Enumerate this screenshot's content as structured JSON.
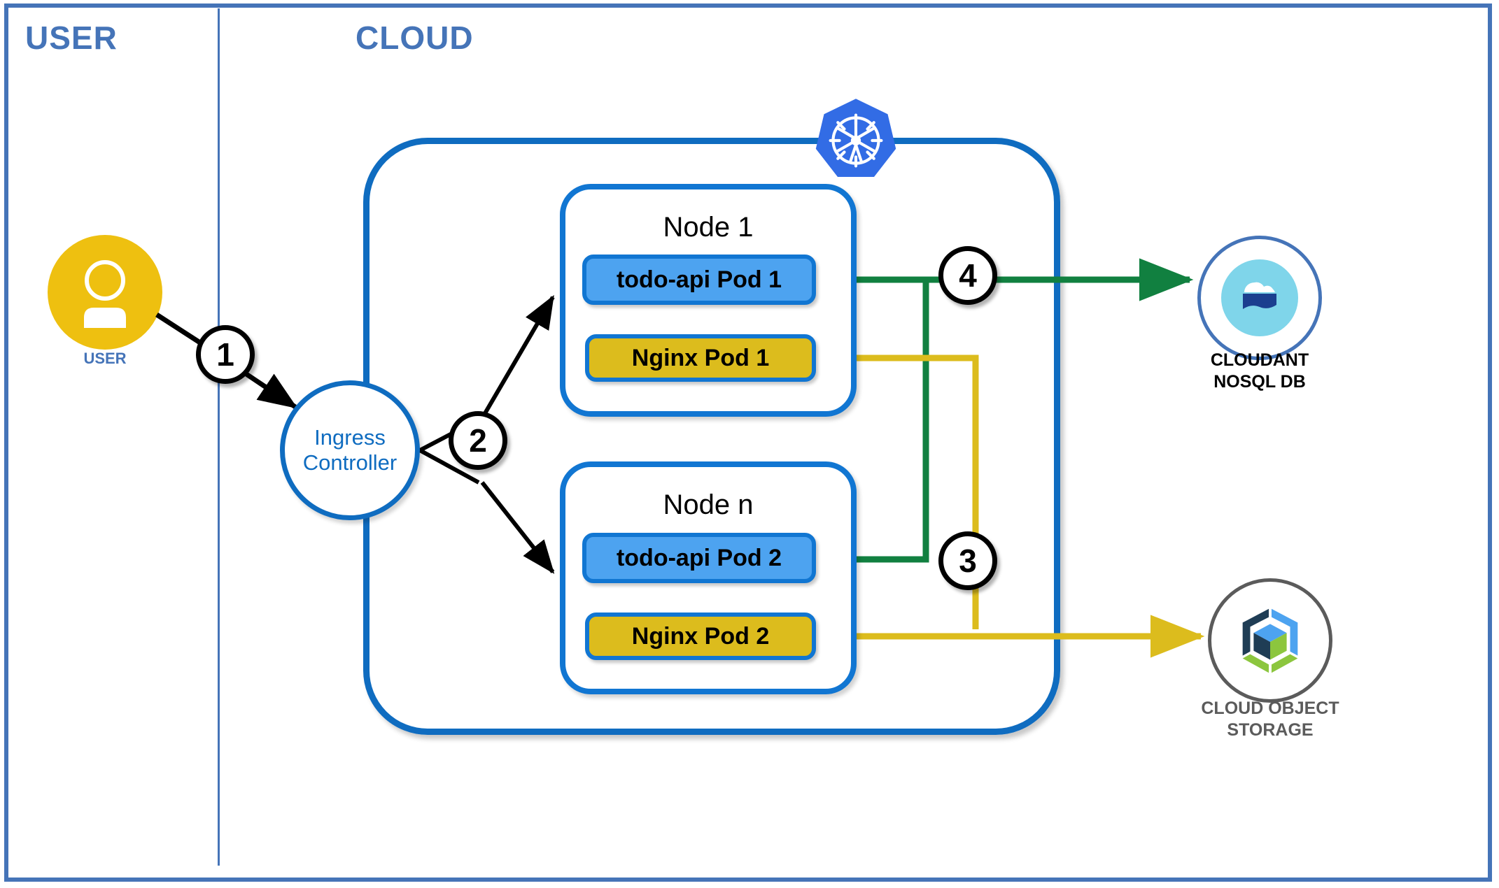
{
  "diagram": {
    "title": "Kubernetes cloud application architecture",
    "zones": [
      {
        "id": "user",
        "label": "USER"
      },
      {
        "id": "cloud",
        "label": "CLOUD"
      }
    ],
    "colors": {
      "frame_blue": "#4574b8",
      "cloud_blue": "#0f6cc0",
      "node_blue": "#1176d2",
      "pod_api_fill": "#4da3f0",
      "pod_nginx_fill": "#dcbc1d",
      "user_yellow": "#eec010",
      "green_wire": "#118040",
      "yellow_wire": "#dcbc1d",
      "black_wire": "#000000",
      "cos_grey": "#5b5b5b"
    }
  },
  "user": {
    "label": "USER",
    "icon": "person-icon"
  },
  "ingress": {
    "line1": "Ingress",
    "line2": "Controller",
    "name": "Ingress Controller"
  },
  "kubernetes": {
    "icon": "kubernetes-helm-icon"
  },
  "nodes": [
    {
      "title": "Node 1",
      "pods": [
        {
          "label": "todo-api Pod 1",
          "kind": "api"
        },
        {
          "label": "Nginx  Pod 1",
          "kind": "nginx"
        }
      ]
    },
    {
      "title": "Node n",
      "pods": [
        {
          "label": "todo-api Pod 2",
          "kind": "api"
        },
        {
          "label": "Nginx  Pod 2",
          "kind": "nginx"
        }
      ]
    }
  ],
  "steps": [
    {
      "number": "1"
    },
    {
      "number": "2"
    },
    {
      "number": "3"
    },
    {
      "number": "4"
    }
  ],
  "services": [
    {
      "id": "cloudant",
      "label": "CLOUDANT\nNOSQL DB",
      "icon": "cloudant-database-icon"
    },
    {
      "id": "cloud-object-storage",
      "label": "CLOUD OBJECT\nSTORAGE",
      "icon": "object-storage-cube-icon"
    }
  ]
}
